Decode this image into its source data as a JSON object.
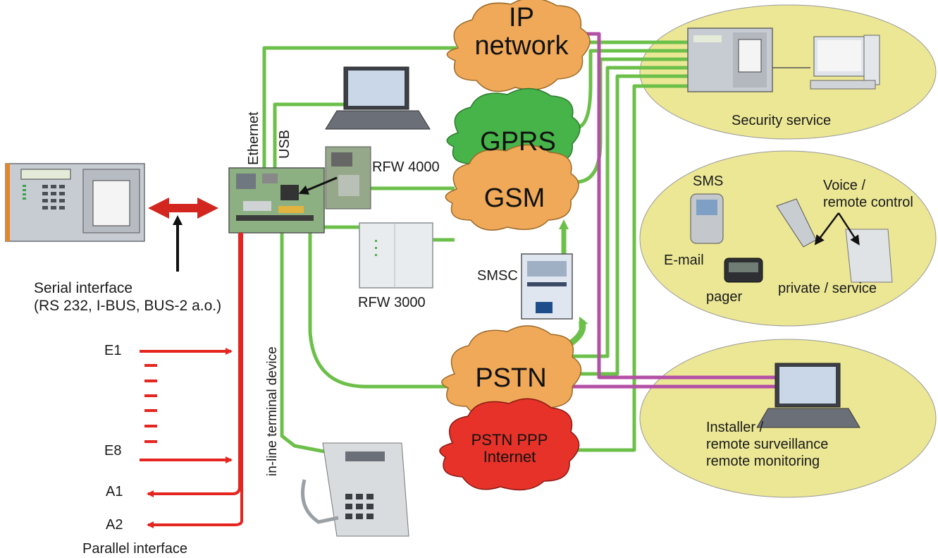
{
  "clouds": {
    "ip": "IP\nnetwork",
    "gprs": "GPRS",
    "gsm": "GSM",
    "pstn": "PSTN",
    "pstn_ppp": "PSTN PPP\nInternet"
  },
  "labels": {
    "ethernet": "Ethernet",
    "usb": "USB",
    "rfw4000": "RFW 4000",
    "rfw3000": "RFW 3000",
    "smsc": "SMSC",
    "serial_interface": "Serial interface",
    "serial_interface_detail": "(RS 232, I-BUS, BUS-2 a.o.)",
    "e1": "E1",
    "e8": "E8",
    "a1": "A1",
    "a2": "A2",
    "parallel_interface": "Parallel interface",
    "inline_terminal": "in-line terminal device",
    "security_service": "Security service",
    "sms": "SMS",
    "email": "E-mail",
    "pager": "pager",
    "voice_remote_1": "Voice /",
    "voice_remote_2": "remote control",
    "private_service": "private / service",
    "installer_1": "Installer /",
    "installer_2": "remote surveillance",
    "installer_3": "remote monitoring"
  },
  "colors": {
    "green_line": "#6cc04a",
    "purple_line": "#b44fa6",
    "red_line": "#e52520",
    "cloud_orange": "#efa958",
    "cloud_green": "#46b449",
    "cloud_red": "#e63228",
    "ellipse_fill": "#ece795"
  }
}
